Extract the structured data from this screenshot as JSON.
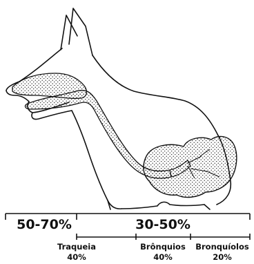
{
  "diagram": {
    "regions": [
      {
        "id": "nasal",
        "label": "50-70%"
      },
      {
        "id": "lower",
        "label": "30-50%"
      }
    ],
    "subregions": [
      {
        "id": "trachea",
        "name": "Traqueia",
        "value": "40%"
      },
      {
        "id": "bronchi",
        "name": "Brônquios",
        "value": "40%"
      },
      {
        "id": "bronchioles",
        "name": "Bronquíolos",
        "value": "20%"
      }
    ],
    "colors": {
      "line": "#111111",
      "stipple": "#111111",
      "background": "#ffffff"
    }
  }
}
